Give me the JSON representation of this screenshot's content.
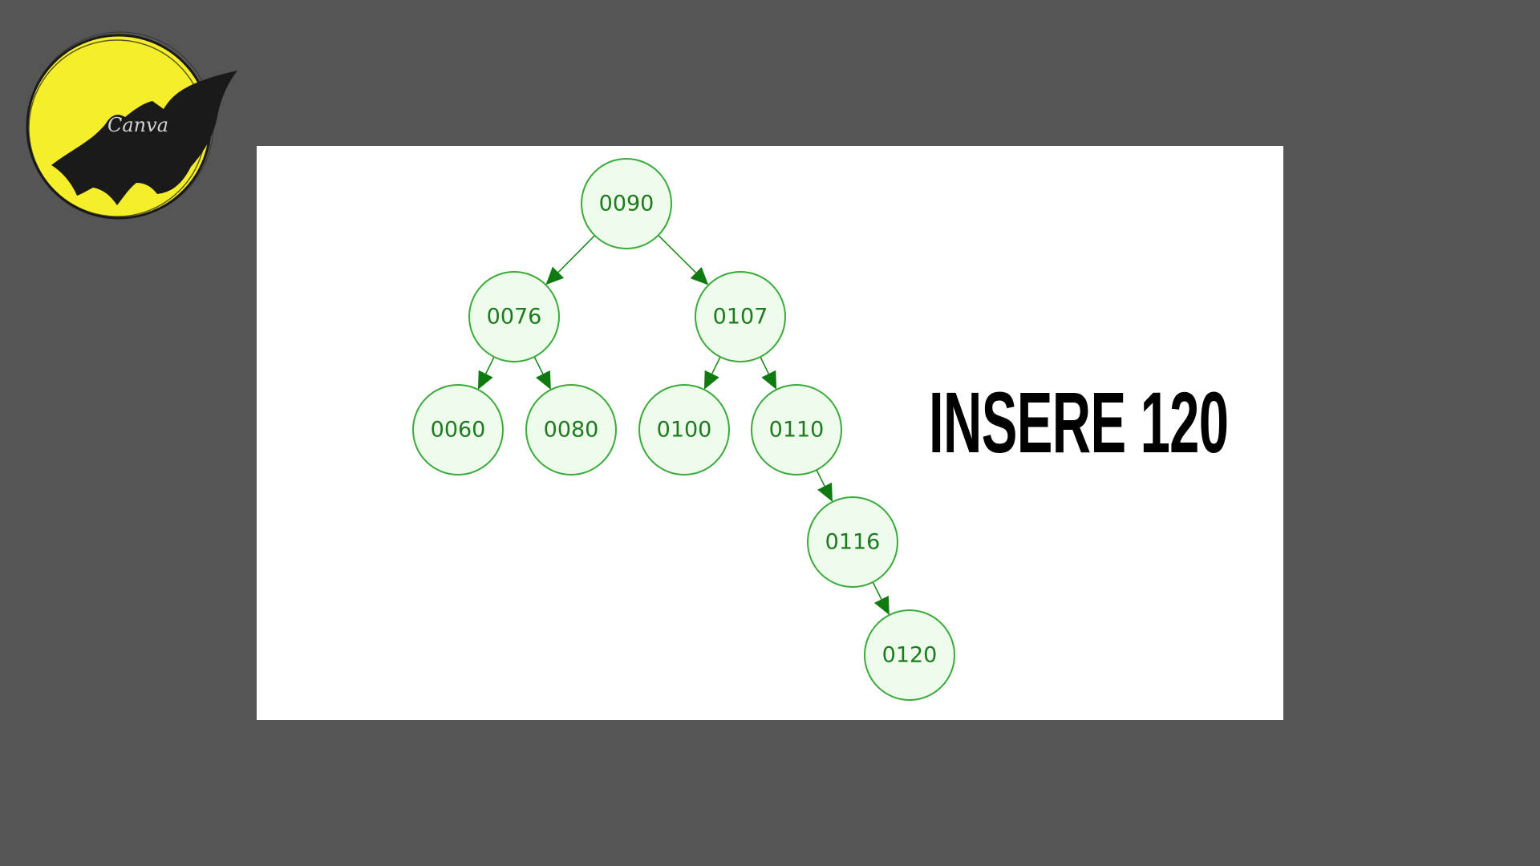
{
  "logo": {
    "text": "Canva",
    "circle_color": "#f5ee2a",
    "bat_color": "#1a1a1a"
  },
  "caption": "INSERE 120",
  "tree": {
    "nodes": [
      {
        "id": "n0090",
        "label": "0090"
      },
      {
        "id": "n0076",
        "label": "0076"
      },
      {
        "id": "n0107",
        "label": "0107"
      },
      {
        "id": "n0060",
        "label": "0060"
      },
      {
        "id": "n0080",
        "label": "0080"
      },
      {
        "id": "n0100",
        "label": "0100"
      },
      {
        "id": "n0110",
        "label": "0110"
      },
      {
        "id": "n0116",
        "label": "0116"
      },
      {
        "id": "n0120",
        "label": "0120"
      }
    ],
    "edges": [
      {
        "from": "n0090",
        "to": "n0076"
      },
      {
        "from": "n0090",
        "to": "n0107"
      },
      {
        "from": "n0076",
        "to": "n0060"
      },
      {
        "from": "n0076",
        "to": "n0080"
      },
      {
        "from": "n0107",
        "to": "n0100"
      },
      {
        "from": "n0107",
        "to": "n0110"
      },
      {
        "from": "n0110",
        "to": "n0116"
      },
      {
        "from": "n0116",
        "to": "n0120"
      }
    ],
    "node_fill": "#eefcec",
    "node_stroke": "#3aaa3a",
    "label_color": "#1e7a1e",
    "edge_color": "#1f8a1f"
  }
}
